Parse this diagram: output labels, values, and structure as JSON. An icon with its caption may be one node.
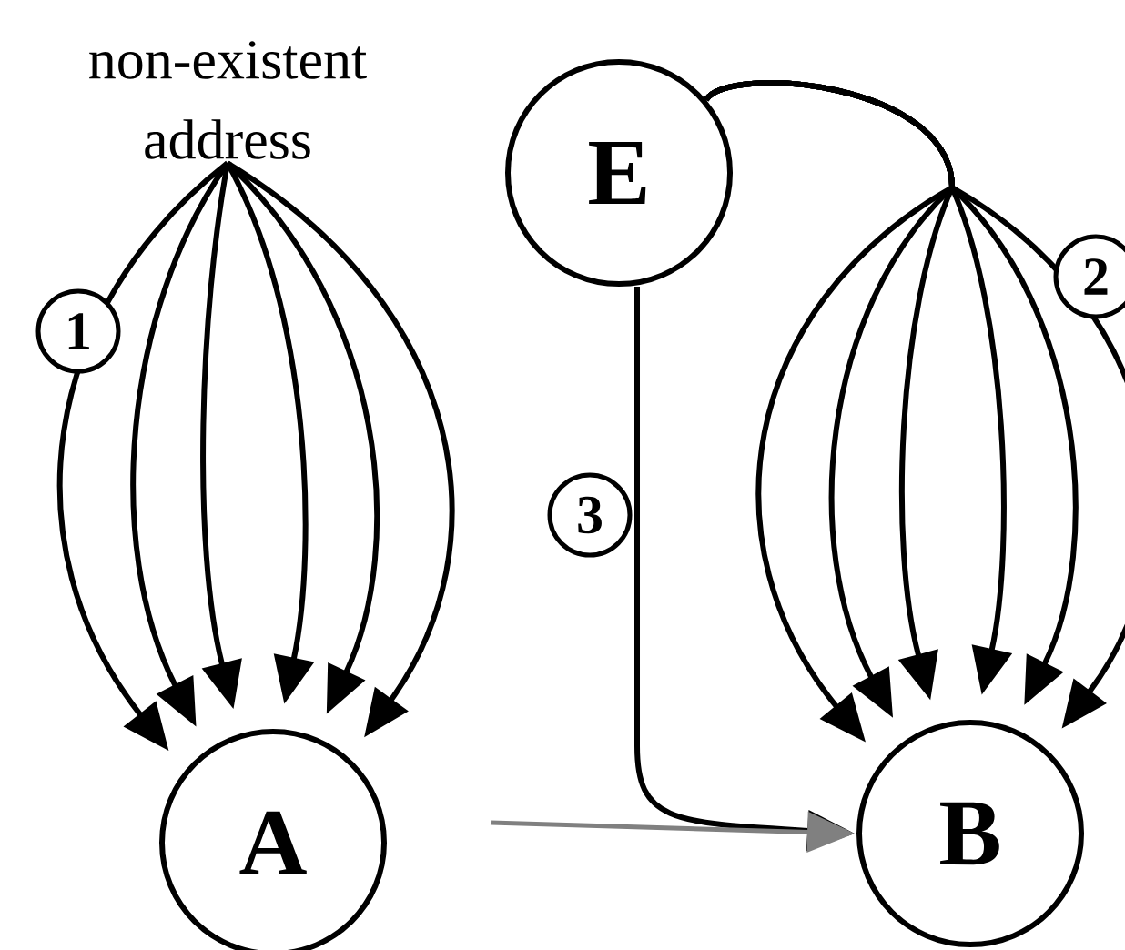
{
  "diagram": {
    "nodes": [
      {
        "text": [
          "non-existent address"
        ]
      },
      {
        "text": [
          "A"
        ]
      },
      {
        "text": [
          "E"
        ]
      },
      {
        "text": [
          "B"
        ]
      }
    ],
    "edges": [
      {
        "from": 0,
        "to": 1,
        "arrow": "to",
        "label": "1"
      },
      {
        "from": 0,
        "to": 1,
        "arrow": "to"
      },
      {
        "from": 0,
        "to": 1,
        "arrow": "to"
      },
      {
        "from": 0,
        "to": 1,
        "arrow": "to"
      },
      {
        "from": 0,
        "to": 1,
        "arrow": "to"
      },
      {
        "from": 0,
        "to": 1,
        "arrow": "to"
      },
      {
        "from": 2,
        "to": 3,
        "arrow": "to"
      },
      {
        "from": 2,
        "to": 3,
        "arrow": "to"
      },
      {
        "from": 2,
        "to": 3,
        "arrow": "to"
      },
      {
        "from": 2,
        "to": 3,
        "arrow": "to"
      },
      {
        "from": 2,
        "to": 3,
        "arrow": "to"
      },
      {
        "from": 2,
        "to": 3,
        "arrow": "to",
        "label": "2"
      },
      {
        "from": 2,
        "to": 3,
        "arrow": "to",
        "label": "3"
      },
      {
        "from": 1,
        "to": 3,
        "arrow": "to",
        "color": "#808080"
      }
    ]
  }
}
